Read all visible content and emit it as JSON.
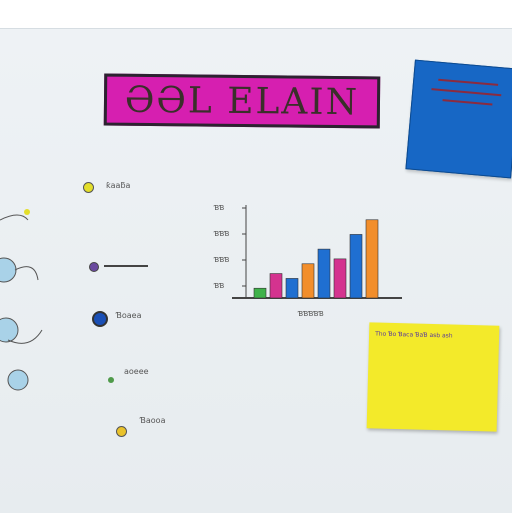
{
  "board": {
    "title": "ƏƏL ELAIN"
  },
  "notes": {
    "blue_note": {
      "color": "#1767c5"
    },
    "yellow_note": {
      "color": "#f3ea2a",
      "text": "Tho Ɓo Ɓaca ƁaƁ asb ash"
    }
  },
  "left_items": [
    {
      "dot_color": "#e3de2a",
      "label": "ƙaaƃa"
    },
    {
      "dot_color": "#6a4a9f",
      "label": "—"
    },
    {
      "dot_color": "#1a4fb5",
      "label": "Ɓoaea"
    },
    {
      "dot_color": "#4f9a4a",
      "label": "aoeee"
    },
    {
      "dot_color": "#e9c22b",
      "label": "Ɓaooa"
    }
  ],
  "chart_data": {
    "type": "bar",
    "categories": [
      "",
      "",
      "",
      "",
      "",
      "",
      "",
      ""
    ],
    "series": [
      {
        "values": [
          1,
          2.5,
          2,
          3.5,
          5,
          4,
          6.5,
          8
        ]
      }
    ],
    "bar_colors": [
      "#3fb24a",
      "#d4338f",
      "#1f6fd1",
      "#f28e2b",
      "#1f6fd1",
      "#d4338f",
      "#1f6fd1",
      "#f28e2b"
    ],
    "axis_ticks": [
      "ƁƁ",
      "ƁƁƁ",
      "ƁƁƁ",
      "ƁƁ"
    ],
    "x_axis_label": "ƁƁƁƁƁ"
  }
}
